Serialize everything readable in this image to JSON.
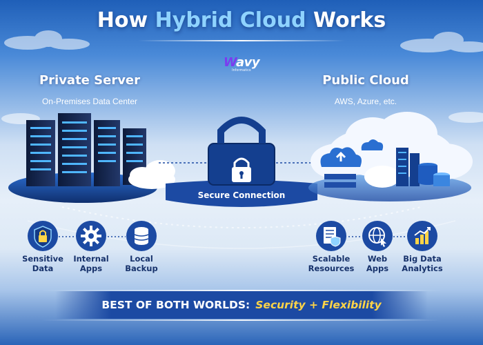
{
  "header": {
    "title_start": "How ",
    "title_highlight": "Hybrid Cloud",
    "title_end": " Works"
  },
  "logo": {
    "word_first": "W",
    "word_rest": "avy",
    "subtitle": "Informatics"
  },
  "private": {
    "title": "Private Server",
    "subtitle": "On-Premises Data Center",
    "items": [
      {
        "label": "Sensitive\nData",
        "icon": "lock-shield-icon"
      },
      {
        "label": "Internal\nApps",
        "icon": "gear-icon"
      },
      {
        "label": "Local\nBackup",
        "icon": "database-icon"
      }
    ]
  },
  "connection": {
    "label": "Secure Connection",
    "icon": "padlock-icon"
  },
  "public": {
    "title": "Public Cloud",
    "subtitle": "AWS, Azure, etc.",
    "items": [
      {
        "label": "Scalable\nResources",
        "icon": "server-shield-icon"
      },
      {
        "label": "Web\nApps",
        "icon": "globe-cursor-icon"
      },
      {
        "label": "Big Data\nAnalytics",
        "icon": "bar-chart-icon"
      }
    ]
  },
  "banner": {
    "title": "BEST OF BOTH WORLDS:",
    "tagline": "Security + Flexibility"
  },
  "colors": {
    "primary_navy": "#1c4aa3",
    "accent_yellow": "#ffd447",
    "accent_cyan": "#8fd3ff",
    "text_navy": "#17326b"
  }
}
